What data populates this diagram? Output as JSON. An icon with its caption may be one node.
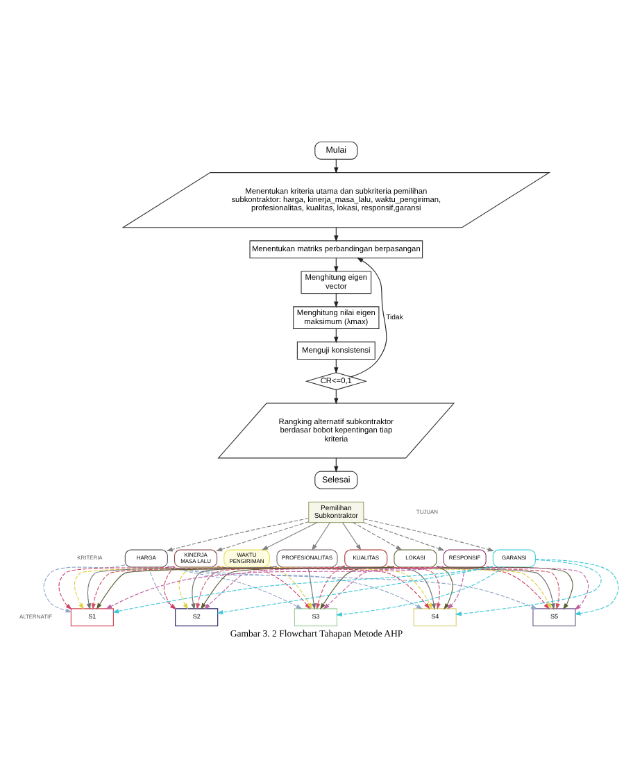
{
  "diagram": {
    "caption": "Gambar 3. 2 Flowchart Tahapan Metode AHP",
    "nodes": [
      {
        "text": [
          "Mulai"
        ]
      },
      {
        "text": [
          "Menentukan kriteria utama dan subkriteria pemilihan subkontraktor: harga, kinerja_masa_lalu, waktu_pengiriman, profesionalitas, kualitas, lokasi, responsif,garansi"
        ]
      },
      {
        "text": [
          "Menentukan matriks perbandingan berpasangan"
        ]
      },
      {
        "text": [
          "Menghitung eigen vector"
        ]
      },
      {
        "text": [
          "Menghitung nilai eigen maksimum (λmax)"
        ]
      },
      {
        "text": [
          "Menguji konsistensi"
        ]
      },
      {
        "text": [
          "CR<=0,1"
        ]
      },
      {
        "text": [
          "Rangking alternatif subkontraktor berdasar bobot kepentingan tiap kriteria"
        ]
      },
      {
        "text": [
          "Selesai"
        ]
      },
      {
        "text": [
          "Pemilihan",
          "Subkontraktor"
        ]
      },
      {
        "text": [
          "HARGA"
        ]
      },
      {
        "text": [
          "KINERJA MASA LALU"
        ]
      },
      {
        "text": [
          "WAKTU PENGIRIMAN"
        ]
      },
      {
        "text": [
          "PROFESIONALITAS"
        ]
      },
      {
        "text": [
          "KUALITAS"
        ]
      },
      {
        "text": [
          "LOKASI"
        ]
      },
      {
        "text": [
          "RESPONSIF"
        ]
      },
      {
        "text": [
          "GARANSI"
        ]
      },
      {
        "text": [
          "S1"
        ]
      },
      {
        "text": [
          "S2"
        ]
      },
      {
        "text": [
          "S3"
        ]
      },
      {
        "text": [
          "S4"
        ]
      },
      {
        "text": [
          "S5"
        ]
      }
    ],
    "edges": [
      {
        "from": 0,
        "to": 1,
        "arrow": "to"
      },
      {
        "from": 1,
        "to": 2,
        "arrow": "to"
      },
      {
        "from": 2,
        "to": 3,
        "arrow": "to"
      },
      {
        "from": 3,
        "to": 4,
        "arrow": "to"
      },
      {
        "from": 4,
        "to": 5,
        "arrow": "to"
      },
      {
        "from": 5,
        "to": 6,
        "arrow": "to"
      },
      {
        "from": 6,
        "to": 2,
        "arrow": "to",
        "label": "Tidak"
      },
      {
        "from": 6,
        "to": 7,
        "arrow": "to"
      },
      {
        "from": 7,
        "to": 8,
        "arrow": "to"
      },
      {
        "from": 9,
        "to": 10,
        "arrow": "to",
        "style": "dashed",
        "color": "#808080"
      },
      {
        "from": 9,
        "to": 11,
        "arrow": "to",
        "style": "dashed",
        "color": "#808080"
      },
      {
        "from": 9,
        "to": 12,
        "arrow": "to",
        "color": "#808080"
      },
      {
        "from": 9,
        "to": 13,
        "arrow": "to",
        "color": "#808080"
      },
      {
        "from": 9,
        "to": 14,
        "arrow": "to",
        "color": "#808080"
      },
      {
        "from": 9,
        "to": 15,
        "arrow": "to",
        "style": "dashed",
        "color": "#808080"
      },
      {
        "from": 9,
        "to": 16,
        "arrow": "to",
        "style": "dashed",
        "color": "#808080"
      },
      {
        "from": 9,
        "to": 17,
        "arrow": "to",
        "style": "dashed",
        "color": "#808080"
      },
      {
        "from": 10,
        "to": 18,
        "arrow": "to",
        "style": "dashed",
        "color": "#8fa6c8"
      },
      {
        "from": 10,
        "to": 19,
        "arrow": "to",
        "style": "dashed",
        "color": "#8fa6c8"
      },
      {
        "from": 10,
        "to": 20,
        "arrow": "to",
        "style": "dashed",
        "color": "#8fa6c8"
      },
      {
        "from": 10,
        "to": 21,
        "arrow": "to",
        "style": "dashed",
        "color": "#8fa6c8"
      },
      {
        "from": 10,
        "to": 22,
        "arrow": "to",
        "style": "dashed",
        "color": "#8fa6c8"
      },
      {
        "from": 11,
        "to": 18,
        "arrow": "to",
        "style": "dashed",
        "color": "#d04060"
      },
      {
        "from": 11,
        "to": 19,
        "arrow": "to",
        "style": "dashed",
        "color": "#d04060"
      },
      {
        "from": 11,
        "to": 20,
        "arrow": "to",
        "style": "dashed",
        "color": "#d04060"
      },
      {
        "from": 11,
        "to": 21,
        "arrow": "to",
        "style": "dashed",
        "color": "#d04060"
      },
      {
        "from": 11,
        "to": 22,
        "arrow": "to",
        "style": "dashed",
        "color": "#d04060"
      },
      {
        "from": 12,
        "to": 18,
        "arrow": "to",
        "style": "dashed",
        "color": "#e0d040"
      },
      {
        "from": 12,
        "to": 19,
        "arrow": "to",
        "style": "dashed",
        "color": "#e0d040"
      },
      {
        "from": 12,
        "to": 20,
        "arrow": "to",
        "style": "dashed",
        "color": "#e0d040"
      },
      {
        "from": 12,
        "to": 21,
        "arrow": "to",
        "style": "dashed",
        "color": "#e0d040"
      },
      {
        "from": 12,
        "to": 22,
        "arrow": "to",
        "style": "dashed",
        "color": "#e0d040"
      },
      {
        "from": 13,
        "to": 18,
        "arrow": "to",
        "color": "#707070"
      },
      {
        "from": 13,
        "to": 19,
        "arrow": "to",
        "color": "#707070"
      },
      {
        "from": 13,
        "to": 20,
        "arrow": "to",
        "color": "#707070"
      },
      {
        "from": 13,
        "to": 21,
        "arrow": "to",
        "color": "#707070"
      },
      {
        "from": 13,
        "to": 22,
        "arrow": "to",
        "color": "#707070"
      },
      {
        "from": 14,
        "to": 18,
        "arrow": "to",
        "style": "dashed",
        "color": "#d05060"
      },
      {
        "from": 14,
        "to": 19,
        "arrow": "to",
        "style": "dashed",
        "color": "#d05060"
      },
      {
        "from": 14,
        "to": 20,
        "arrow": "to",
        "style": "dashed",
        "color": "#d05060"
      },
      {
        "from": 14,
        "to": 21,
        "arrow": "to",
        "style": "dashed",
        "color": "#d05060"
      },
      {
        "from": 14,
        "to": 22,
        "arrow": "to",
        "style": "dashed",
        "color": "#d05060"
      },
      {
        "from": 15,
        "to": 18,
        "arrow": "to",
        "color": "#5a5a30"
      },
      {
        "from": 15,
        "to": 19,
        "arrow": "to",
        "color": "#5a5a30"
      },
      {
        "from": 15,
        "to": 20,
        "arrow": "to",
        "color": "#5a5a30"
      },
      {
        "from": 15,
        "to": 21,
        "arrow": "to",
        "color": "#5a5a30"
      },
      {
        "from": 15,
        "to": 22,
        "arrow": "to",
        "color": "#5a5a30"
      },
      {
        "from": 16,
        "to": 18,
        "arrow": "to",
        "style": "dashed",
        "color": "#c060a0"
      },
      {
        "from": 16,
        "to": 19,
        "arrow": "to",
        "style": "dashed",
        "color": "#c060a0"
      },
      {
        "from": 16,
        "to": 20,
        "arrow": "to",
        "style": "dashed",
        "color": "#c060a0"
      },
      {
        "from": 16,
        "to": 21,
        "arrow": "to",
        "style": "dashed",
        "color": "#c060a0"
      },
      {
        "from": 16,
        "to": 22,
        "arrow": "to",
        "style": "dashed",
        "color": "#c060a0"
      },
      {
        "from": 17,
        "to": 18,
        "arrow": "to",
        "style": "dashed",
        "color": "#40c8d8"
      },
      {
        "from": 17,
        "to": 19,
        "arrow": "to",
        "style": "dashed",
        "color": "#40c8d8"
      },
      {
        "from": 17,
        "to": 20,
        "arrow": "to",
        "style": "dashed",
        "color": "#40c8d8"
      },
      {
        "from": 17,
        "to": 21,
        "arrow": "to",
        "style": "dashed",
        "color": "#40c8d8"
      },
      {
        "from": 17,
        "to": 22,
        "arrow": "to",
        "style": "dashed",
        "color": "#40c8d8"
      }
    ],
    "labels": [
      "TUJUAN",
      "KRITERIA",
      "ALTERNATIF"
    ]
  }
}
